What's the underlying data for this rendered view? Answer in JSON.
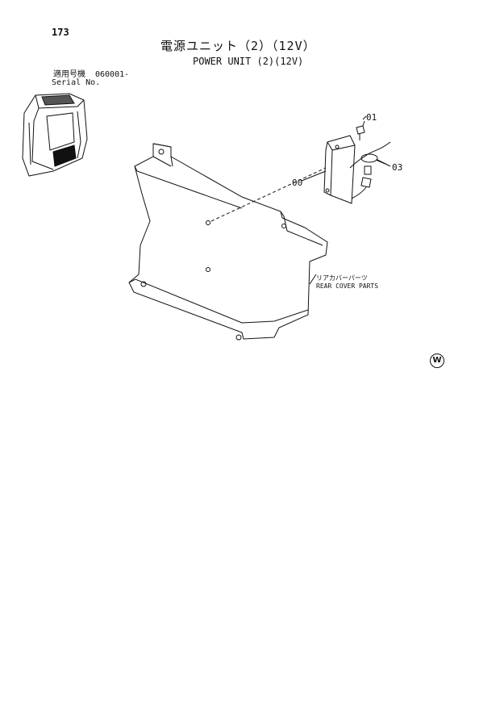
{
  "page": {
    "number": "173"
  },
  "title": {
    "jp": "電源ユニット（2）（12V）",
    "en": "POWER UNIT (2)(12V)"
  },
  "serial": {
    "label_jp": "適用号機",
    "value": "060001-",
    "label_en": "Serial No."
  },
  "callouts": {
    "c01": "01",
    "c00": "00",
    "c03": "03"
  },
  "rear_cover": {
    "jp": "リアカバーパーツ",
    "en": "REAR COVER PARTS"
  },
  "logo": {
    "letter": "W"
  }
}
